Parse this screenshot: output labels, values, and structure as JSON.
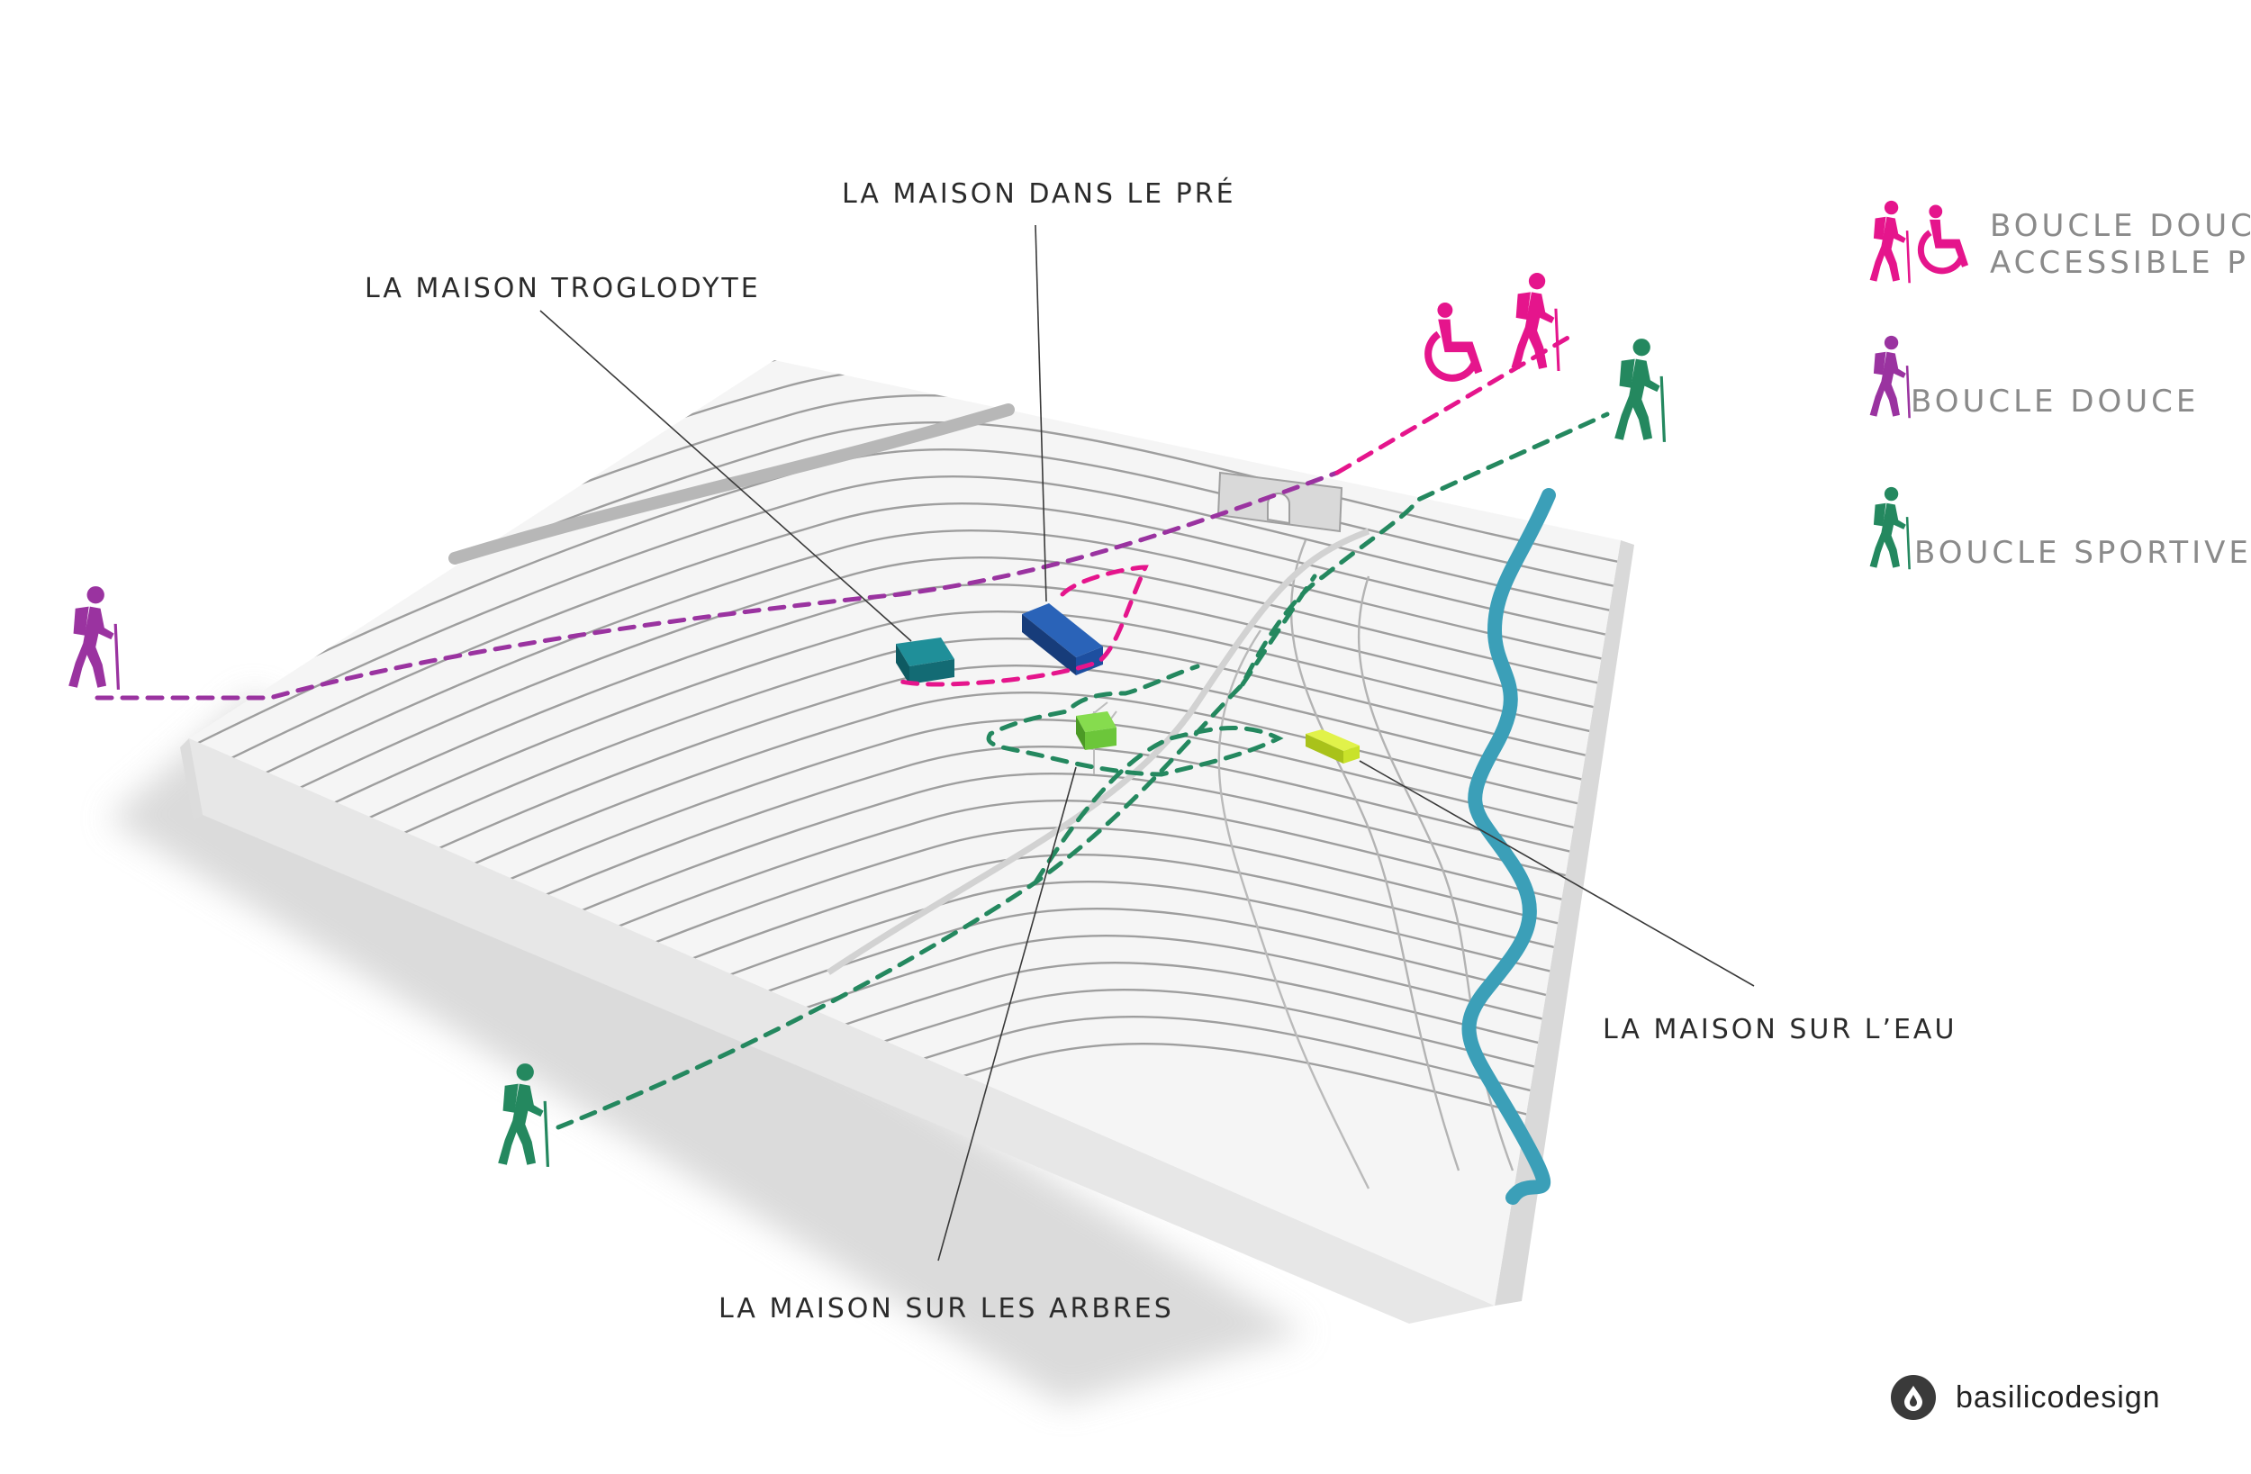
{
  "labels": {
    "troglodyte": "LA MAISON TROGLODYTE",
    "pre": "LA MAISON DANS LE PRÉ",
    "eau": "LA MAISON SUR L’EAU",
    "arbres": "LA MAISON SUR LES ARBRES"
  },
  "legend": {
    "pmr_line1": "BOUCLE DOUCE",
    "pmr_line2": "ACCESSIBLE PMR",
    "douce": "BOUCLE DOUCE",
    "sportive": "BOUCLE SPORTIVE"
  },
  "brand": {
    "name": "basilicodesign"
  },
  "colors": {
    "pmr": "#e5158c",
    "douce": "#9a33a0",
    "sportive": "#24885f",
    "river": "#3b9fb8",
    "house_troglodyte": "#16747d",
    "house_pre": "#1d4fa0",
    "house_arbres": "#6cc63a",
    "house_eau": "#c9e22a"
  },
  "icons": [
    "hiker-icon",
    "wheelchair-icon",
    "ruin-icon",
    "brand-drop-icon"
  ]
}
